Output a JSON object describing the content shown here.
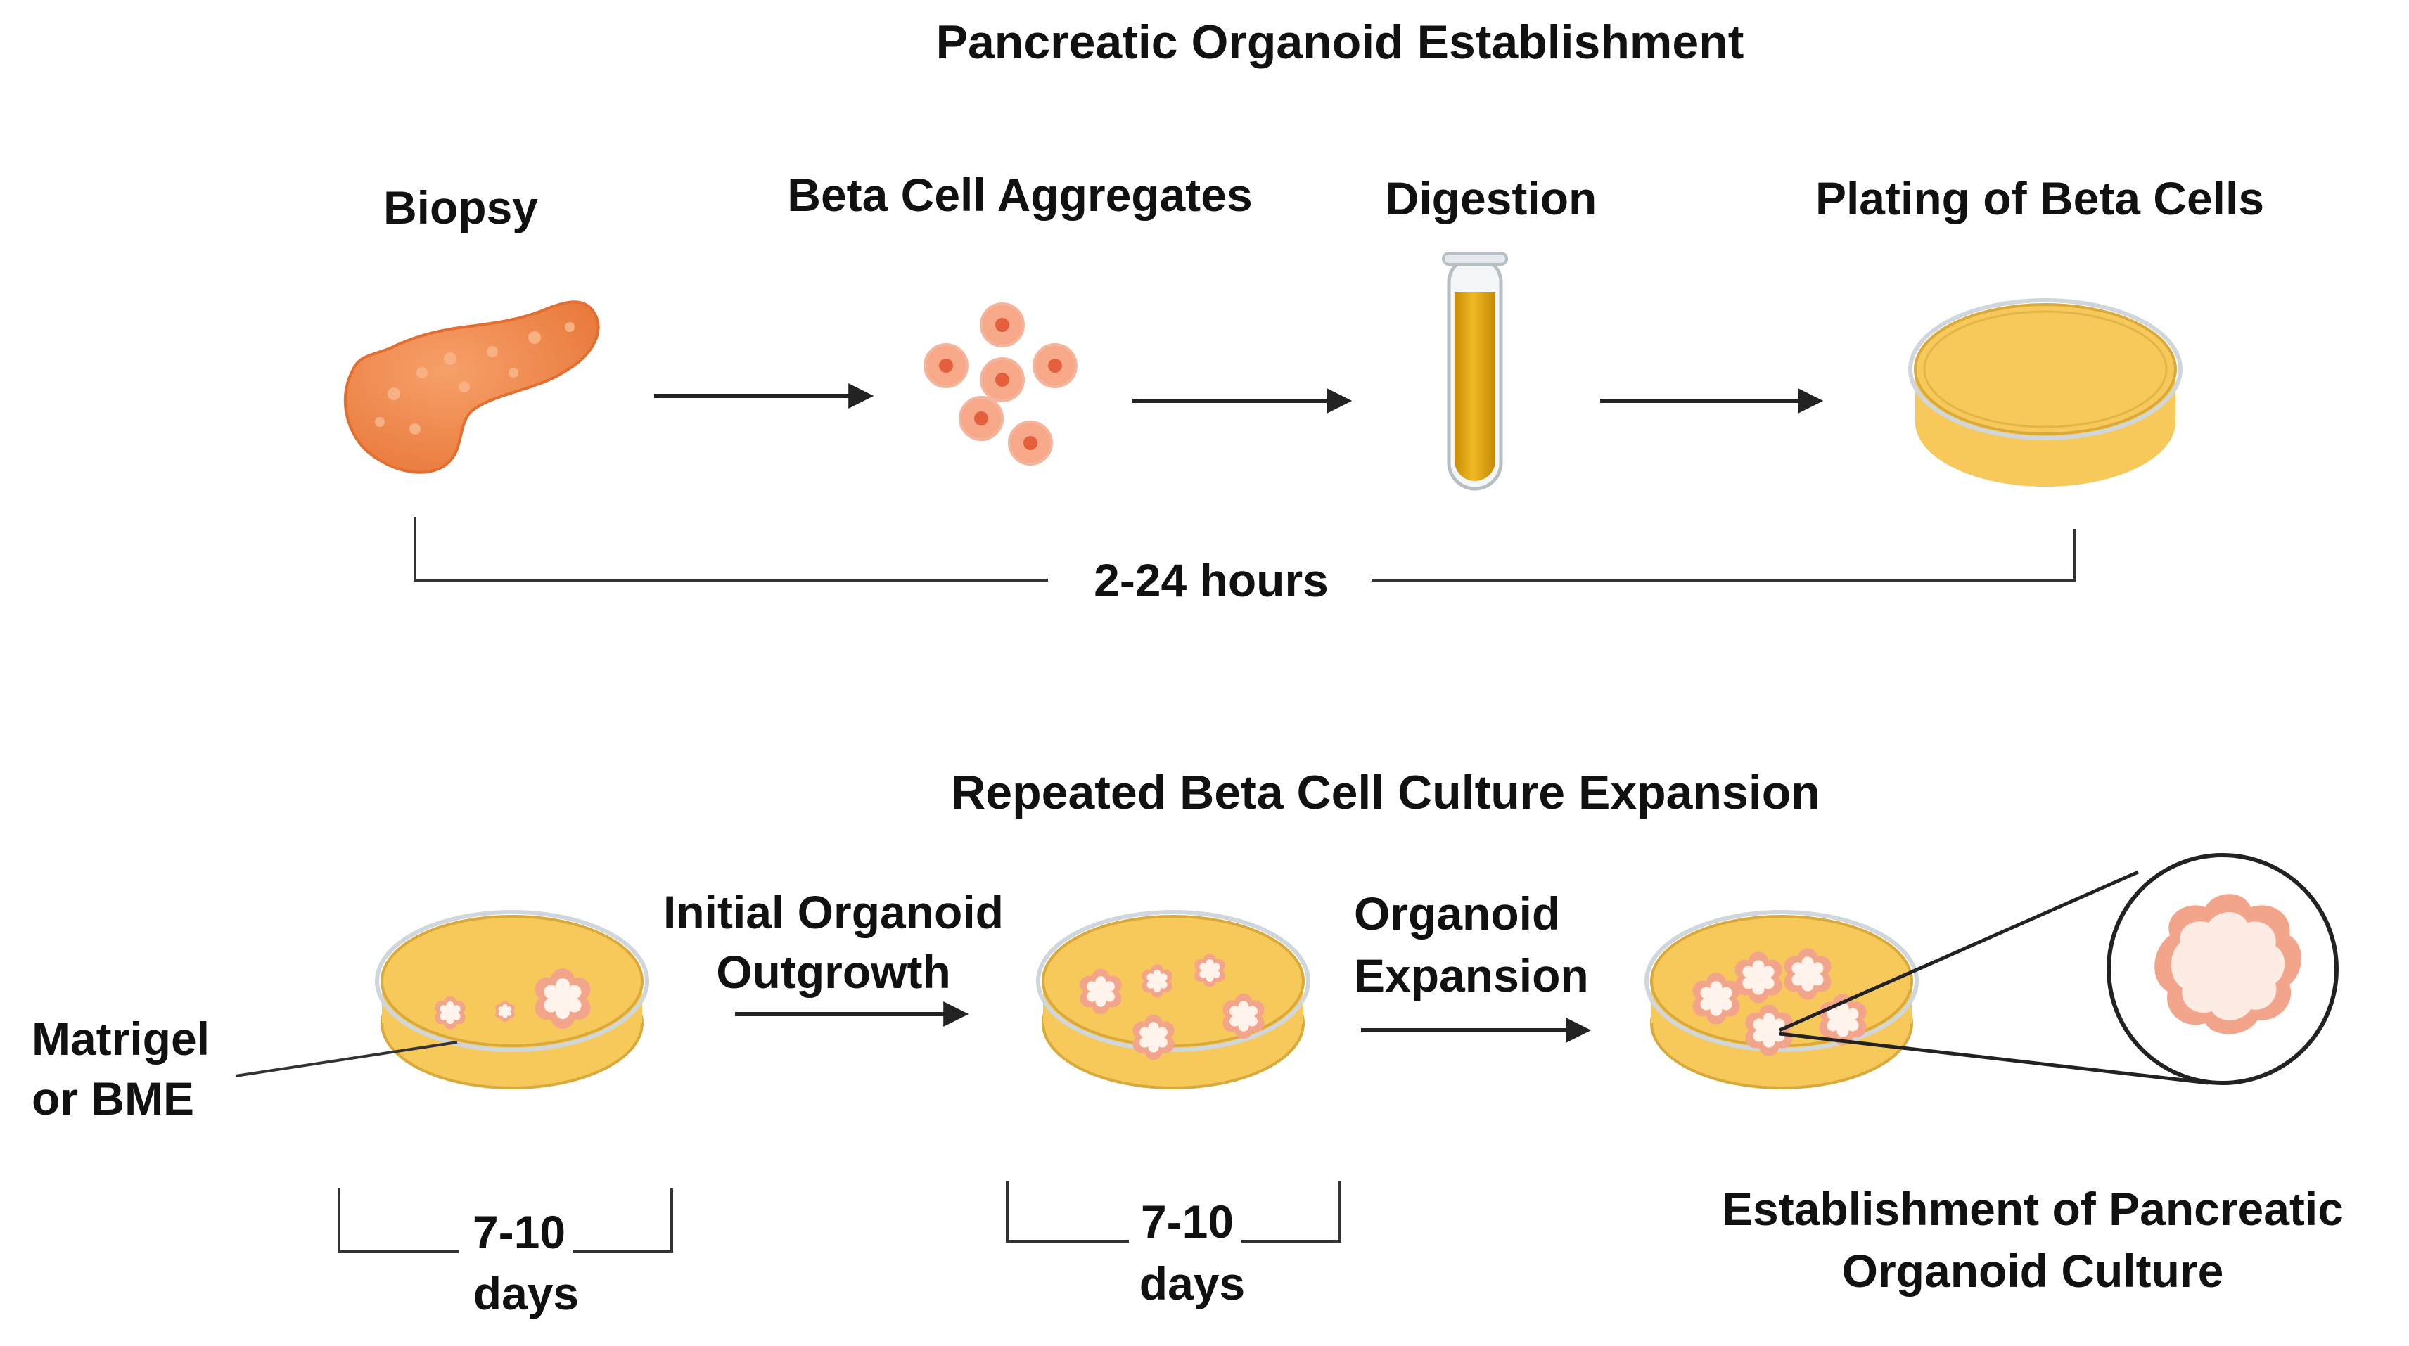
{
  "top": {
    "title": "Pancreatic Organoid Establishment",
    "steps": [
      {
        "label": "Biopsy",
        "icon": "pancreas-icon"
      },
      {
        "label": "Beta Cell Aggregates",
        "icon": "cell-cluster-icon"
      },
      {
        "label": "Digestion",
        "icon": "test-tube-icon"
      },
      {
        "label": "Plating of Beta Cells",
        "icon": "petri-dish-icon"
      }
    ],
    "duration": "2-24 hours"
  },
  "bottom": {
    "title": "Repeated Beta Cell Culture Expansion",
    "matrix_label_line1": "Matrigel",
    "matrix_label_line2": "or BME",
    "arrow1_line1": "Initial Organoid",
    "arrow1_line2": "Outgrowth",
    "arrow2_line1": "Organoid",
    "arrow2_line2": "Expansion",
    "duration1_value": "7-10",
    "duration1_unit": "days",
    "duration2_value": "7-10",
    "duration2_unit": "days",
    "final_line1": "Establishment of Pancreatic",
    "final_line2": "Organoid Culture"
  },
  "colors": {
    "text": "#111111",
    "pancreas": "#f08a4b",
    "cell": "#f6a889",
    "cell_nucleus": "#e4603c",
    "medium": "#f6c95a",
    "medium_edge": "#d9a93a",
    "tube_liquid": "#e3a20f",
    "dish_rim": "#cfd6dc",
    "organoid": "#f3a58c",
    "organoid_core": "#fff3ec",
    "line": "#333333"
  }
}
